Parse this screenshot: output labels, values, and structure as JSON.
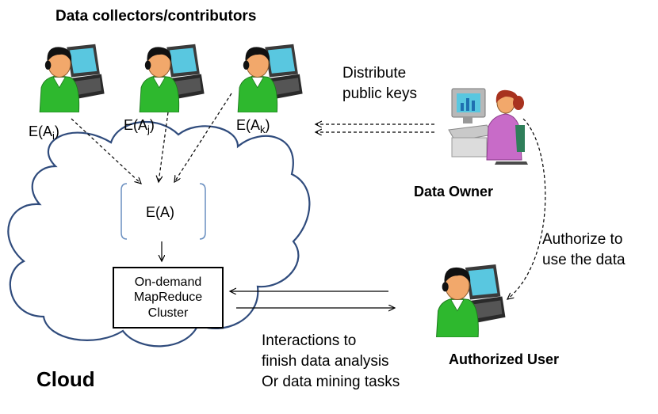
{
  "title": "Data collectors/contributors",
  "collectors": [
    {
      "label_main": "E(A",
      "label_sub": "i",
      "label_end": ")"
    },
    {
      "label_main": "E(A",
      "label_sub": "j",
      "label_end": ")"
    },
    {
      "label_main": "E(A",
      "label_sub": "k",
      "label_end": ")"
    }
  ],
  "aggregate_label": "E(A)",
  "cluster_lines": [
    "On-demand",
    "MapReduce",
    "Cluster"
  ],
  "cloud_label": "Cloud",
  "owner_label": "Data Owner",
  "distribute_lines": [
    "Distribute",
    "public keys"
  ],
  "authorize_lines": [
    "Authorize to",
    "use the data"
  ],
  "user_label": "Authorized User",
  "interaction_lines": [
    "Interactions to",
    "finish data analysis",
    "Or data mining tasks"
  ],
  "colors": {
    "cloud_stroke": "#2f4b7c",
    "person_body": "#2eb82e",
    "person_skin": "#f2a86b",
    "laptop": "#3a3a3a",
    "screen": "#59c7e0",
    "owner_shirt": "#c86bc8",
    "monitor": "#b8b8b8"
  },
  "icons": [
    "collector-icon",
    "data-owner-icon",
    "authorized-user-icon"
  ]
}
